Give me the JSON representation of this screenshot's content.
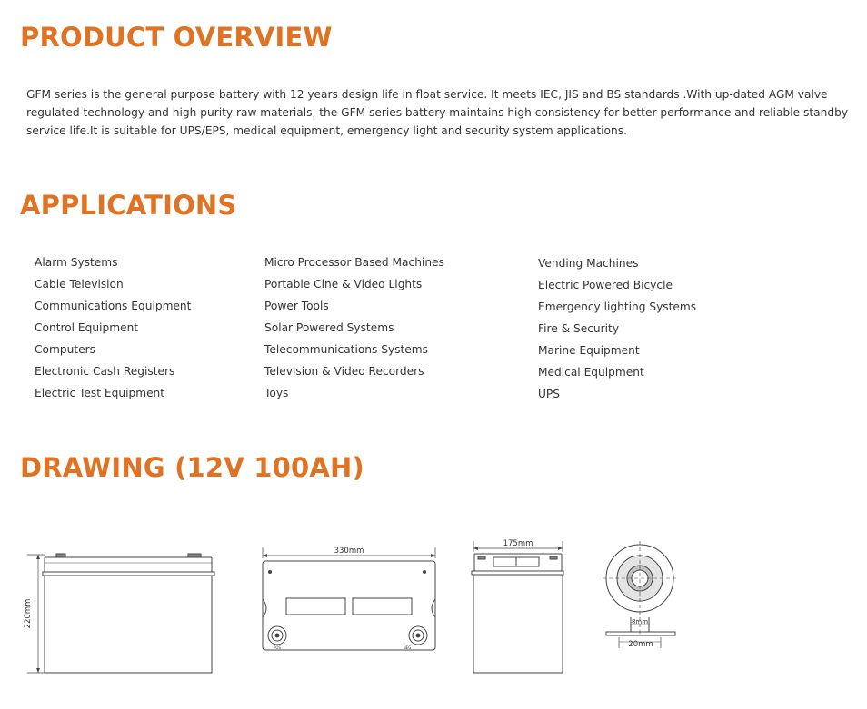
{
  "overview": {
    "title": "PRODUCT OVERVIEW",
    "text": "GFM series is the general purpose battery with 12 years design life in float service. It meets IEC, JIS and BS standards .With up-dated AGM valve regulated technology and high purity raw materials, the GFM series battery maintains high consistency for better performance and reliable standby service life.It is suitable for UPS/EPS, medical equipment, emergency light and security system applications."
  },
  "applications": {
    "title": "APPLICATIONS",
    "columns": [
      [
        "Alarm Systems",
        "Cable Television",
        "Communications Equipment",
        "Control Equipment",
        "Computers",
        "Electronic Cash Registers",
        "Electric Test Equipment"
      ],
      [
        "Micro Processor Based Machines",
        "Portable Cine & Video Lights",
        "Power Tools",
        "Solar Powered Systems",
        "Telecommunications Systems",
        "Television & Video Recorders",
        "Toys"
      ],
      [
        "Vending Machines",
        "Electric Powered Bicycle",
        "Emergency lighting Systems",
        "Fire & Security",
        "Marine Equipment",
        "Medical Equipment",
        "UPS"
      ]
    ]
  },
  "drawing": {
    "title": "DRAWING (12V 100AH)",
    "height_label": "220mm",
    "length_label": "330mm",
    "width_label": "175mm",
    "terminal_label": "20mm",
    "terminal_inner_label": "8mm",
    "terminal_marks": [
      "POS",
      "NEG"
    ]
  },
  "colors": {
    "heading": "#e07323",
    "text": "#333333",
    "line": "#444444"
  }
}
